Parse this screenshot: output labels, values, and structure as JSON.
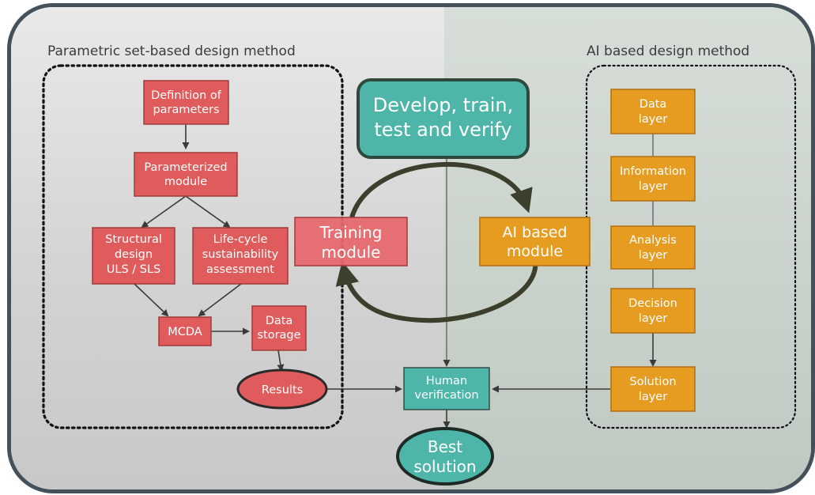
{
  "left_section": {
    "title": "Parametric set-based design method",
    "definition": [
      "Definition of",
      "parameters"
    ],
    "parameterized": [
      "Parameterized",
      "module"
    ],
    "structural": [
      "Structural",
      "design",
      "ULS / SLS"
    ],
    "lifecycle": [
      "Life-cycle",
      "sustainability",
      "assessment"
    ],
    "mcda": "MCDA",
    "data_storage": [
      "Data",
      "storage"
    ],
    "results": "Results"
  },
  "center": {
    "develop": [
      "Develop, train,",
      "test and verify"
    ],
    "training": [
      "Training",
      "module"
    ],
    "ai_module": [
      "AI based",
      "module"
    ],
    "human": [
      "Human",
      "verification"
    ],
    "best": [
      "Best",
      "solution"
    ]
  },
  "right_section": {
    "title": "AI based design method",
    "layers": [
      [
        "Data",
        "layer"
      ],
      [
        "Information",
        "layer"
      ],
      [
        "Analysis",
        "layer"
      ],
      [
        "Decision",
        "layer"
      ],
      [
        "Solution",
        "layer"
      ]
    ]
  },
  "colors": {
    "red": "#e05c5c",
    "teal": "#4db6a8",
    "orange": "#e69c21",
    "frame": "#44505a"
  }
}
